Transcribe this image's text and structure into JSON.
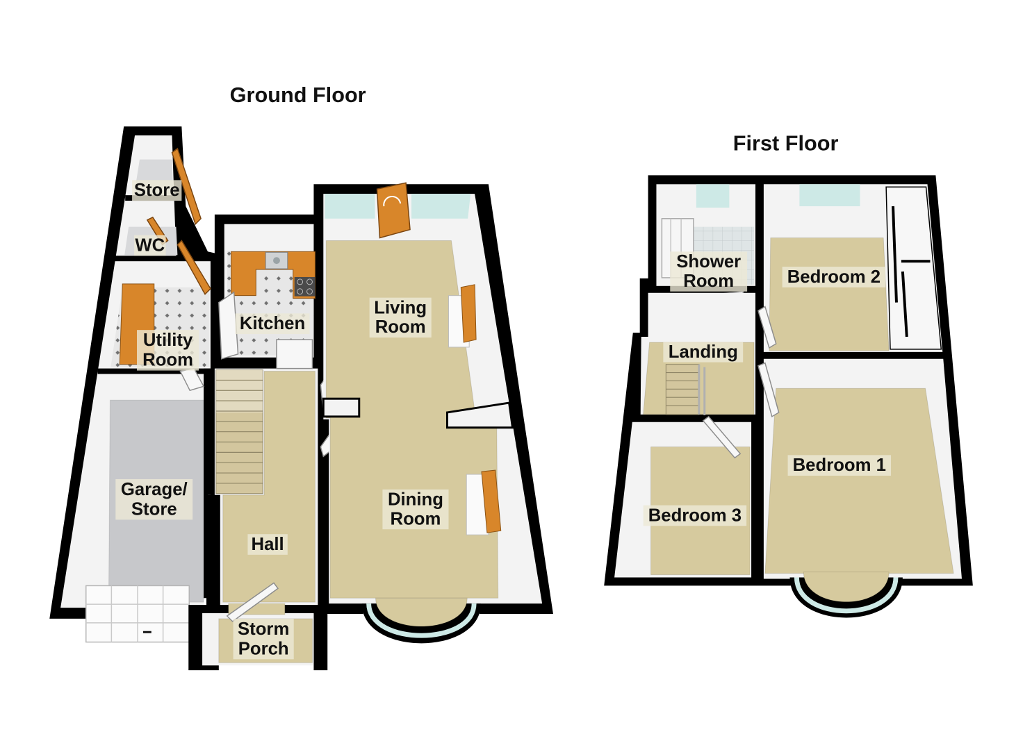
{
  "ground_floor": {
    "title": "Ground Floor",
    "rooms": {
      "store": [
        "Store"
      ],
      "wc": [
        "WC"
      ],
      "utility_room": [
        "Utility",
        "Room"
      ],
      "kitchen": [
        "Kitchen"
      ],
      "living_room": [
        "Living",
        "Room"
      ],
      "dining_room": [
        "Dining",
        "Room"
      ],
      "garage_store": [
        "Garage/",
        "Store"
      ],
      "hall": [
        "Hall"
      ],
      "storm_porch": [
        "Storm",
        "Porch"
      ]
    }
  },
  "first_floor": {
    "title": "First Floor",
    "rooms": {
      "shower_room": [
        "Shower",
        "Room"
      ],
      "bedroom_2": [
        "Bedroom 2"
      ],
      "landing": [
        "Landing"
      ],
      "bedroom_1": [
        "Bedroom 1"
      ],
      "bedroom_3": [
        "Bedroom 3"
      ]
    }
  },
  "colors": {
    "carpet": "#d6ca9e",
    "garage_floor": "#c7c8cb",
    "tile_floor": "#e7e7e7",
    "wall": "#000000",
    "interior_wall": "#f3f3f3",
    "wood": "#d8862a",
    "window": "#cde9e6"
  }
}
